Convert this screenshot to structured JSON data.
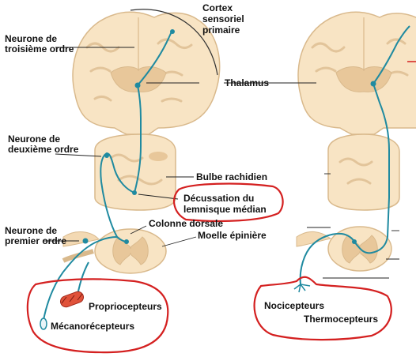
{
  "labels": {
    "cortex_line1": "Cortex",
    "cortex_line2": "sensoriel",
    "cortex_line3": "primaire",
    "third_order_line1": "Neurone de",
    "third_order_line2": "troisième ordre",
    "thalamus": "Thalamus",
    "second_order_line1": "Neurone de",
    "second_order_line2": "deuxième ordre",
    "bulbe": "Bulbe rachidien",
    "decussation_line1": "Décussation du",
    "decussation_line2": "lemnisque médian",
    "first_order_line1": "Neurone de",
    "first_order_line2": "premier ordre",
    "colonne": "Colonne dorsale",
    "moelle": "Moelle épinière",
    "proprio": "Propriocepteurs",
    "mecano": "Mécanorécepteurs",
    "noci": "Nocicepteurs",
    "thermo": "Thermocepteurs"
  },
  "colors": {
    "tissue": "#f8e4c4",
    "tissue_edge": "#d9b98c",
    "grey_matter": "#e8c79a",
    "neuron": "#1f8aa0",
    "annotation": "#d42020",
    "leader": "#222222"
  }
}
